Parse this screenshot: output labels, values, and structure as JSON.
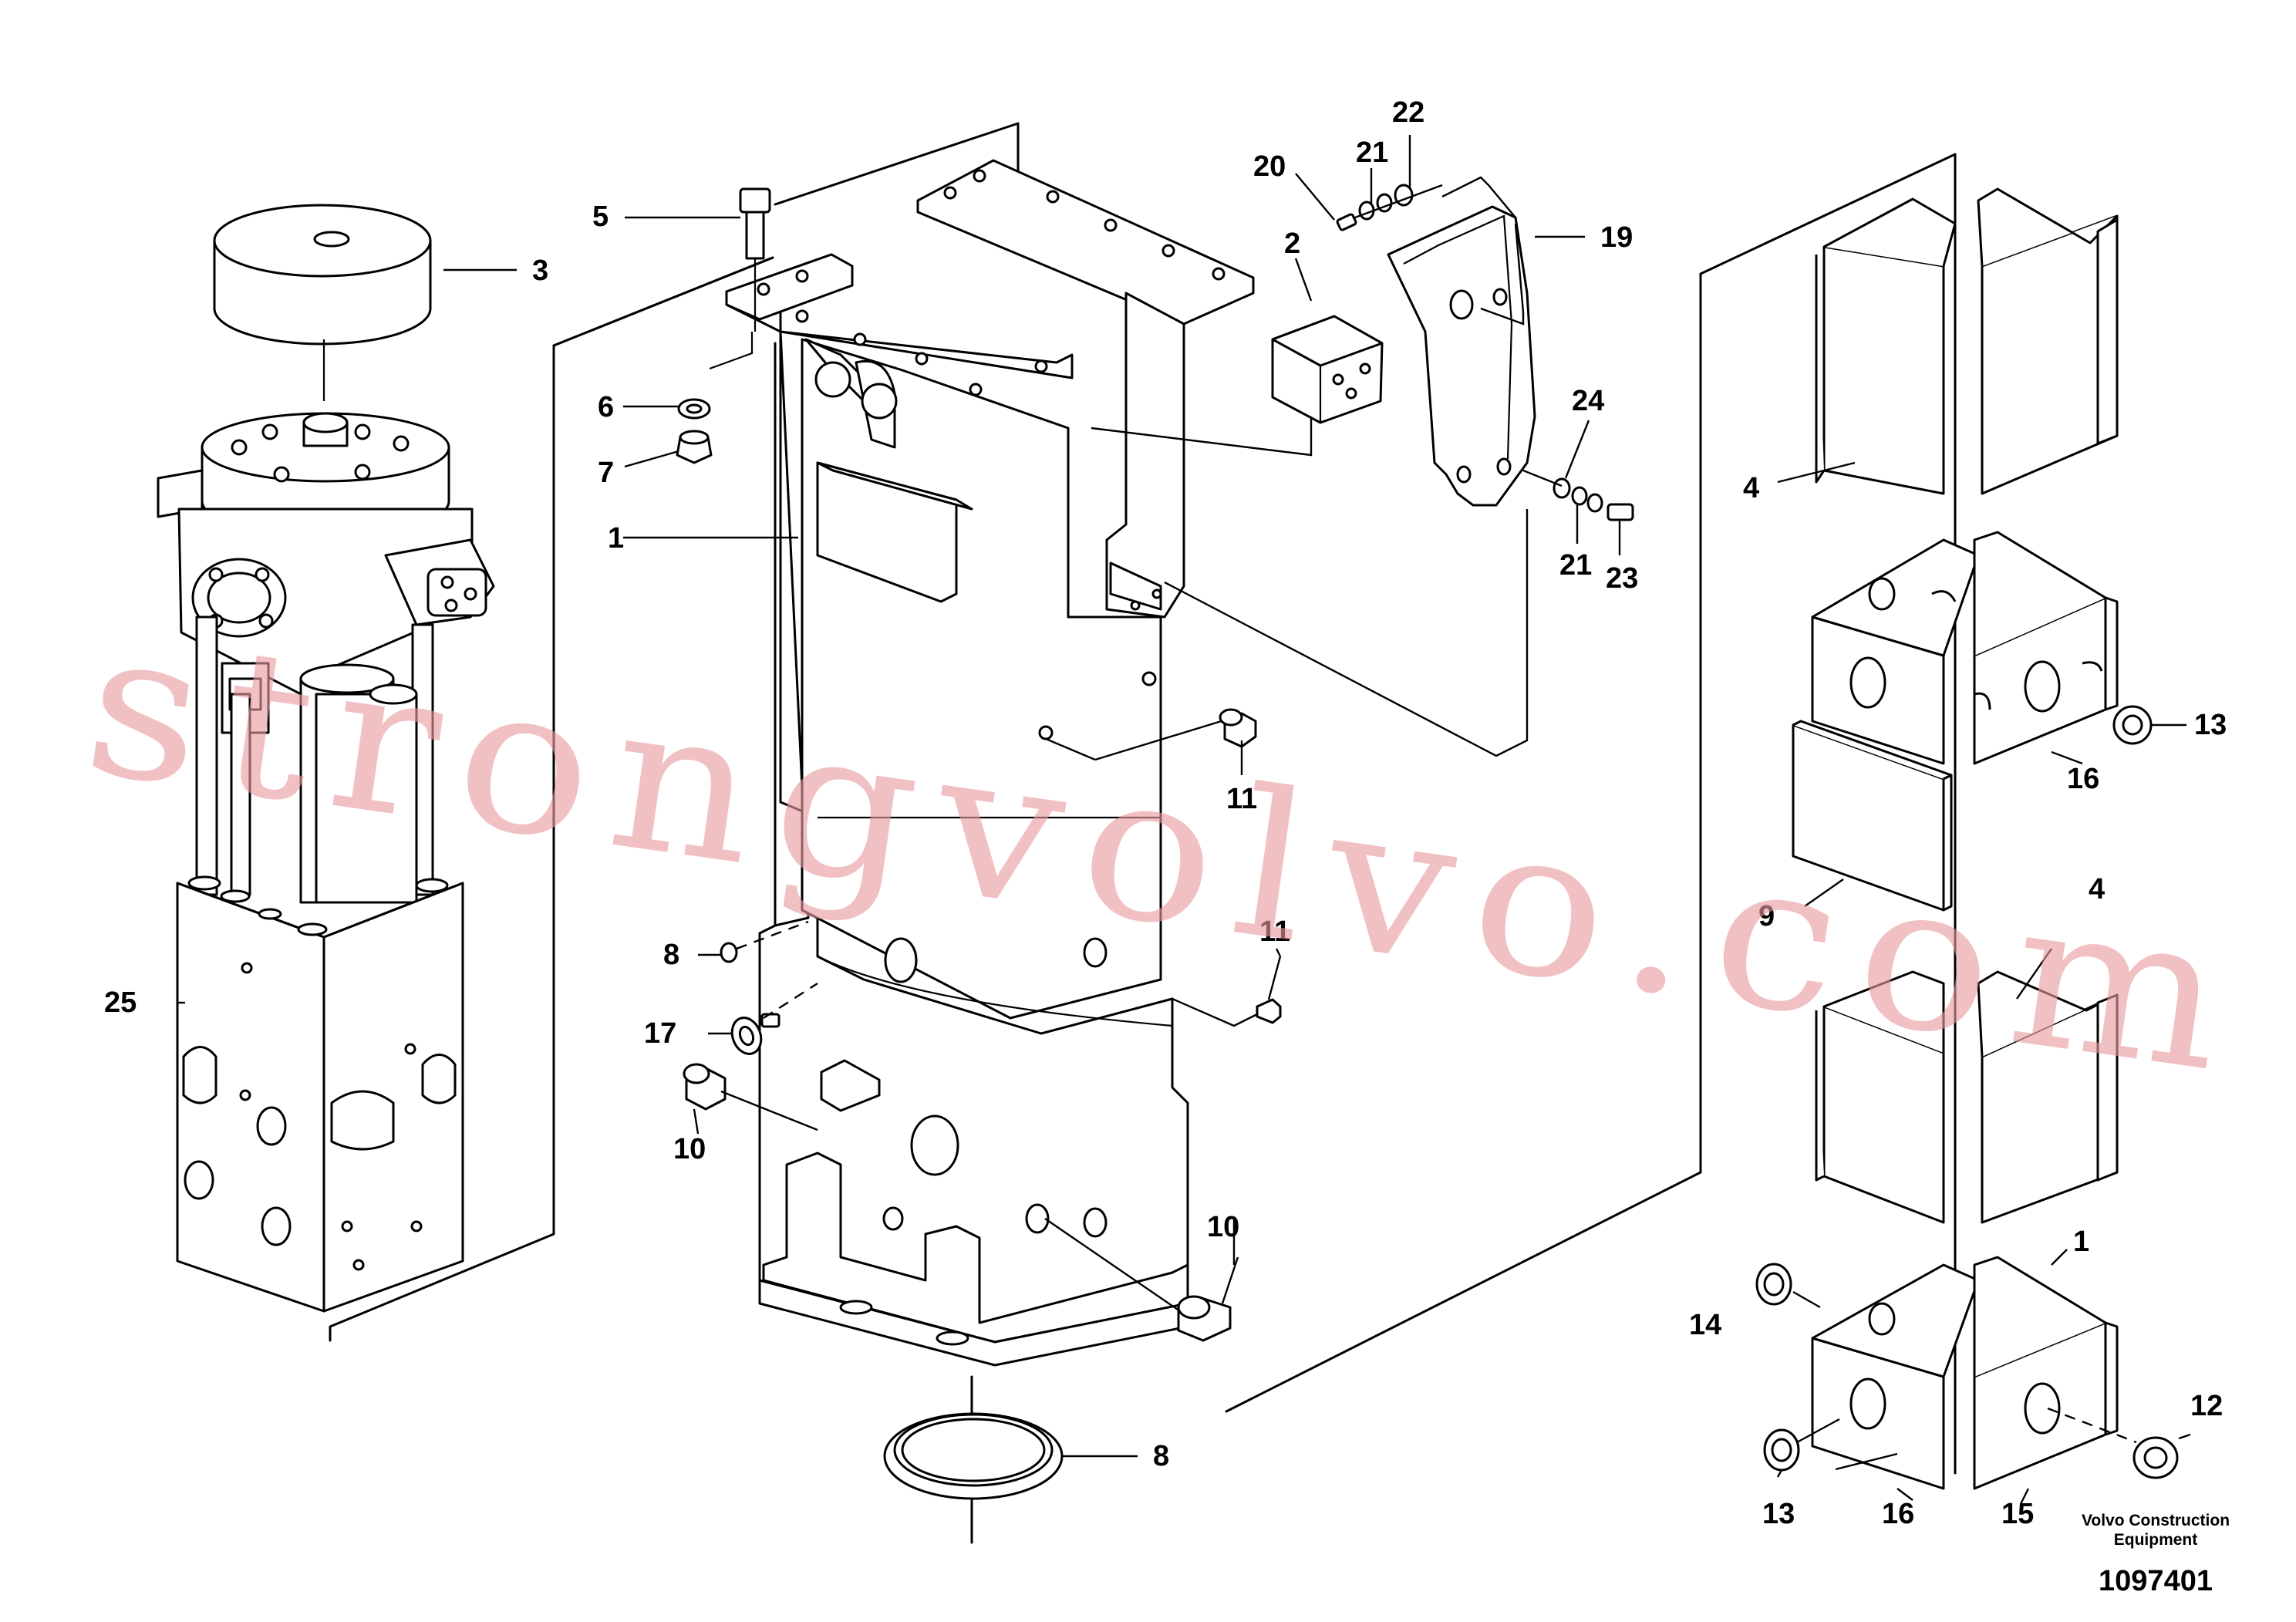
{
  "callouts": {
    "c1": "1",
    "c1b": "1",
    "c2": "2",
    "c3": "3",
    "c4": "4",
    "c4b": "4",
    "c5": "5",
    "c6": "6",
    "c7": "7",
    "c8": "8",
    "c8b": "8",
    "c9": "9",
    "c10": "10",
    "c10b": "10",
    "c11": "11",
    "c11b": "11",
    "c12": "12",
    "c13": "13",
    "c13b": "13",
    "c14": "14",
    "c15": "15",
    "c16": "16",
    "c16b": "16",
    "c17": "17",
    "c19": "19",
    "c20": "20",
    "c21": "21",
    "c21b": "21",
    "c22": "22",
    "c23": "23",
    "c24": "24",
    "c25": "25"
  },
  "footer": {
    "brand_line1": "Volvo Construction",
    "brand_line2": "Equipment",
    "drawing_number": "1097401"
  },
  "watermark": "strongvolvo.com"
}
